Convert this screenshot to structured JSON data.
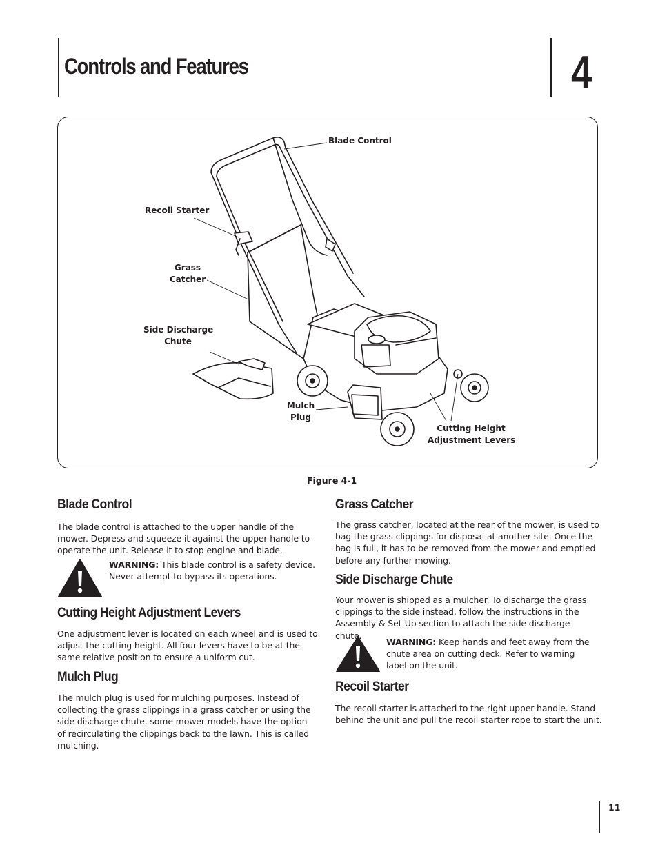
{
  "header": {
    "title": "Controls and Features",
    "chapter_number": "4"
  },
  "figure": {
    "caption": "Figure 4-1",
    "callouts": {
      "blade_control": "Blade Control",
      "recoil_starter": "Recoil Starter",
      "grass_catcher_l1": "Grass",
      "grass_catcher_l2": "Catcher",
      "side_discharge_l1": "Side Discharge",
      "side_discharge_l2": "Chute",
      "mulch_plug_l1": "Mulch",
      "mulch_plug_l2": "Plug",
      "cutting_height_l1": "Cutting Height",
      "cutting_height_l2": "Adjustment Levers"
    }
  },
  "sections": {
    "blade_control": {
      "heading": "Blade Control",
      "body": "The blade control is attached to the upper handle of the mower. Depress and squeeze it against the upper handle to operate the unit. Release it to stop engine and blade.",
      "warning_label": "WARNING:",
      "warning_text": " This blade control is a safety device. Never attempt to bypass its operations."
    },
    "cutting_height": {
      "heading": "Cutting Height Adjustment Levers",
      "body": "One adjustment lever is located on each wheel and is used to adjust the cutting height. All four levers have to be at the same relative position to ensure a uniform cut."
    },
    "mulch_plug": {
      "heading": "Mulch Plug",
      "body": "The mulch plug is used for mulching purposes. Instead of collecting the grass clippings in a grass catcher or using the side discharge chute, some mower models have the option of recirculating the clippings back to the lawn. This is called mulching."
    },
    "grass_catcher": {
      "heading": "Grass Catcher",
      "body": "The grass catcher, located at the rear of the mower, is used to bag the grass clippings for disposal at another site. Once the bag is full, it has to be removed from the mower and emptied before any further mowing."
    },
    "side_discharge": {
      "heading": "Side Discharge Chute",
      "body": "Your mower is shipped as a mulcher. To discharge the grass clippings to the side instead, follow the instructions in the Assembly & Set-Up section to attach the side discharge chute.",
      "warning_label": "WARNING:",
      "warning_text": " Keep hands and feet away from the chute area on cutting deck. Refer to warning label on the unit."
    },
    "recoil_starter": {
      "heading": "Recoil Starter",
      "body": "The recoil starter is attached to the right upper handle. Stand behind the unit and pull the recoil starter rope to start the unit."
    }
  },
  "footer": {
    "page_number": "11"
  }
}
